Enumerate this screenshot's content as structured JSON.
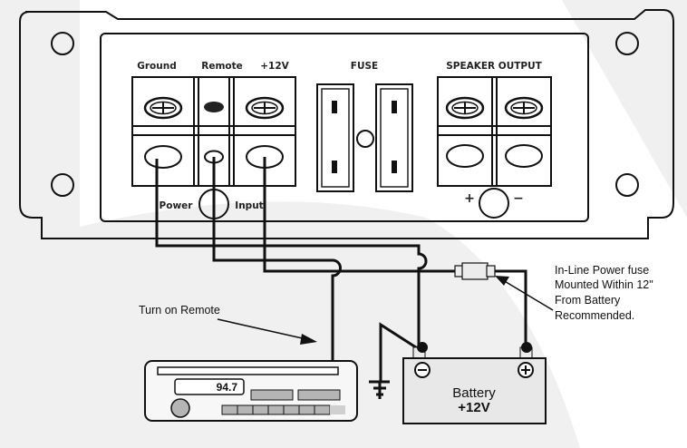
{
  "diagram": {
    "title": "Amplifier wiring diagram",
    "amplifier": {
      "terminal_labels": {
        "ground": "Ground",
        "remote": "Remote",
        "plus12v": "+12V"
      },
      "power_input": {
        "left": "Power",
        "right": "Input"
      },
      "fuse_label": "FUSE",
      "speaker_output_label": "SPEAKER OUTPUT",
      "speaker_polarity": {
        "plus": "+",
        "minus": "−"
      }
    },
    "head_unit": {
      "frequency_display": "94.7",
      "annotation": "Turn on Remote"
    },
    "battery": {
      "label": "Battery",
      "voltage": "+12V",
      "negative_symbol": "−",
      "positive_symbol": "+"
    },
    "inline_fuse_note": {
      "lines": [
        "In-Line Power fuse",
        "Mounted Within 12\"",
        "From Battery",
        "Recommended."
      ]
    },
    "colors": {
      "line": "#111111",
      "background_shade": "#f0f0f0",
      "component_fill": "#e8e8e8",
      "button_gray": "#b5b5b5"
    }
  }
}
